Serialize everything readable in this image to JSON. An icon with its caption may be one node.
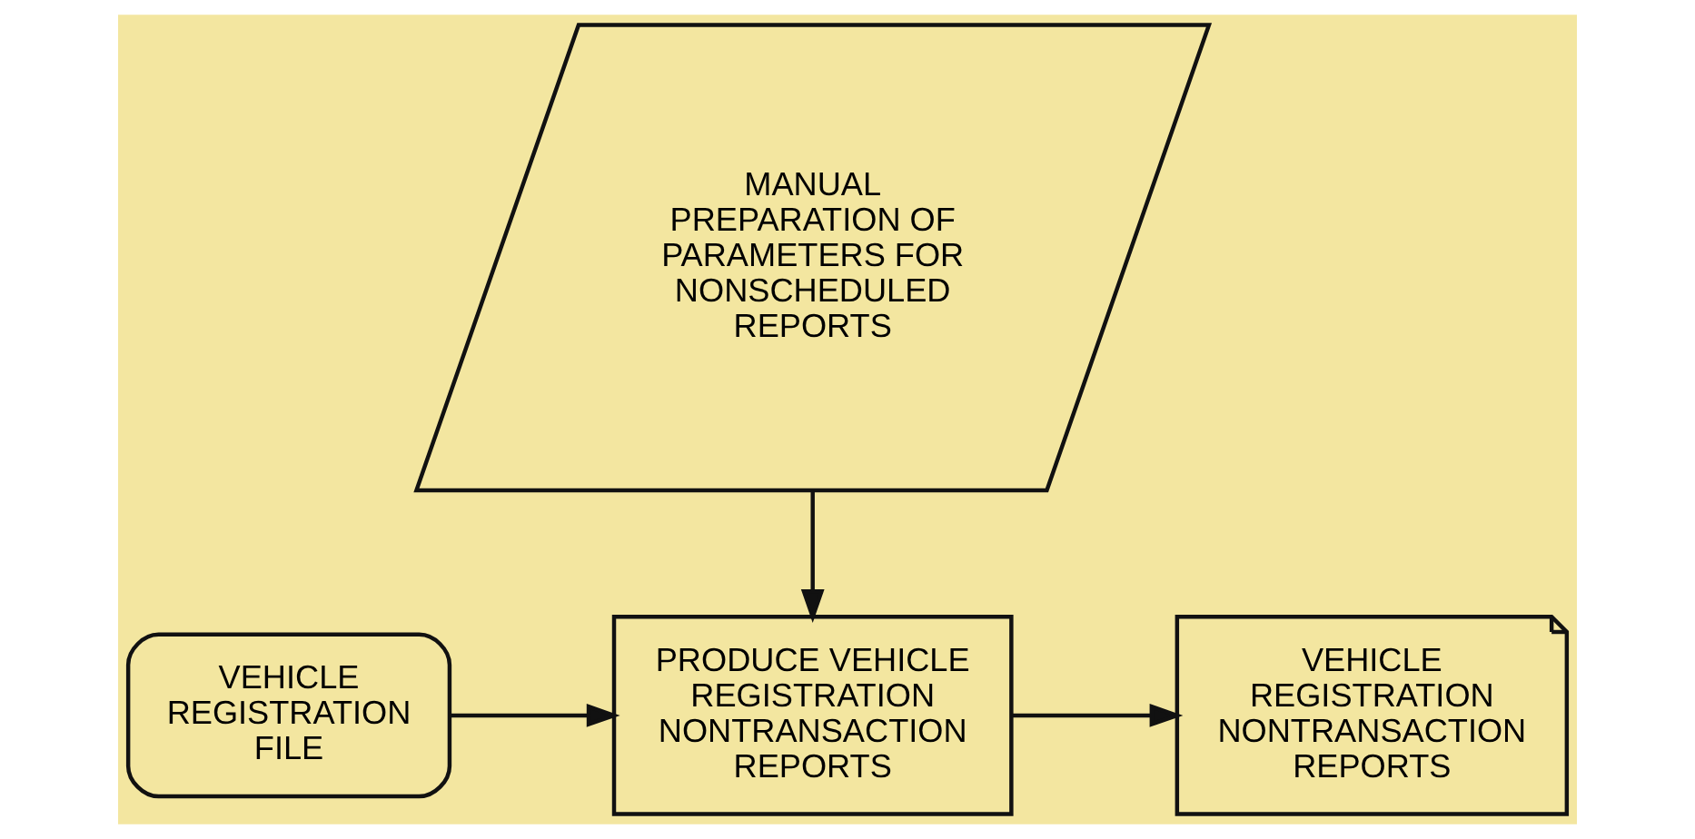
{
  "diagram": {
    "nodes": [
      {
        "text": [
          "MANUAL PREPARATION OF PARAMETERS FOR NONSCHEDULED REPORTS"
        ]
      },
      {
        "text": [
          "VEHICLE REGISTRATION FILE"
        ]
      },
      {
        "text": [
          "PRODUCE VEHICLE REGISTRATION NONTRANSACTION REPORTS"
        ]
      },
      {
        "text": [
          "VEHICLE REGISTRATION NONTRANSACTION REPORTS"
        ]
      }
    ],
    "edges": [
      {
        "from": 0,
        "to": 2,
        "arrow": "to"
      },
      {
        "from": 1,
        "to": 2,
        "arrow": "to"
      },
      {
        "from": 2,
        "to": 3,
        "arrow": "to"
      }
    ]
  }
}
